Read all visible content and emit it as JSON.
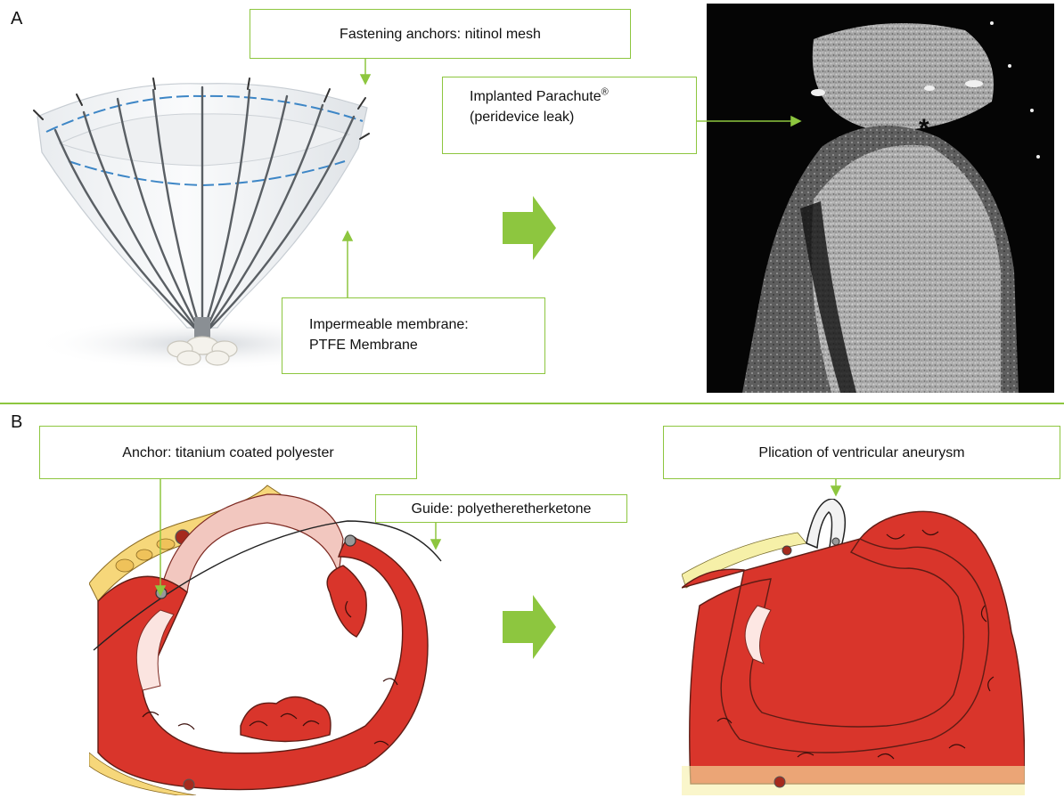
{
  "panels": {
    "a": "A",
    "b": "B"
  },
  "labels": {
    "fastening_anchors": "Fastening anchors: nitinol mesh",
    "implanted_line1": "Implanted Parachute",
    "implanted_reg": "®",
    "implanted_line2": "(peridevice leak)",
    "membrane_line1": "Impermeable membrane:",
    "membrane_line2": "PTFE Membrane",
    "leak_marker": "*",
    "anchor": "Anchor: titanium coated polyester",
    "guide": "Guide: polyetheretherketone",
    "plication": "Plication of ventricular aneurysm"
  },
  "colors": {
    "callout_border": "#8dc63f",
    "arrow_green": "#8dc63f",
    "muscle_red": "#d9352b",
    "wall_pink": "#f2c7bf",
    "fat_yellow": "#f6d77a"
  },
  "icons": {
    "big_arrow": "right-arrow-icon",
    "leader_arrow": "arrowhead-icon"
  }
}
